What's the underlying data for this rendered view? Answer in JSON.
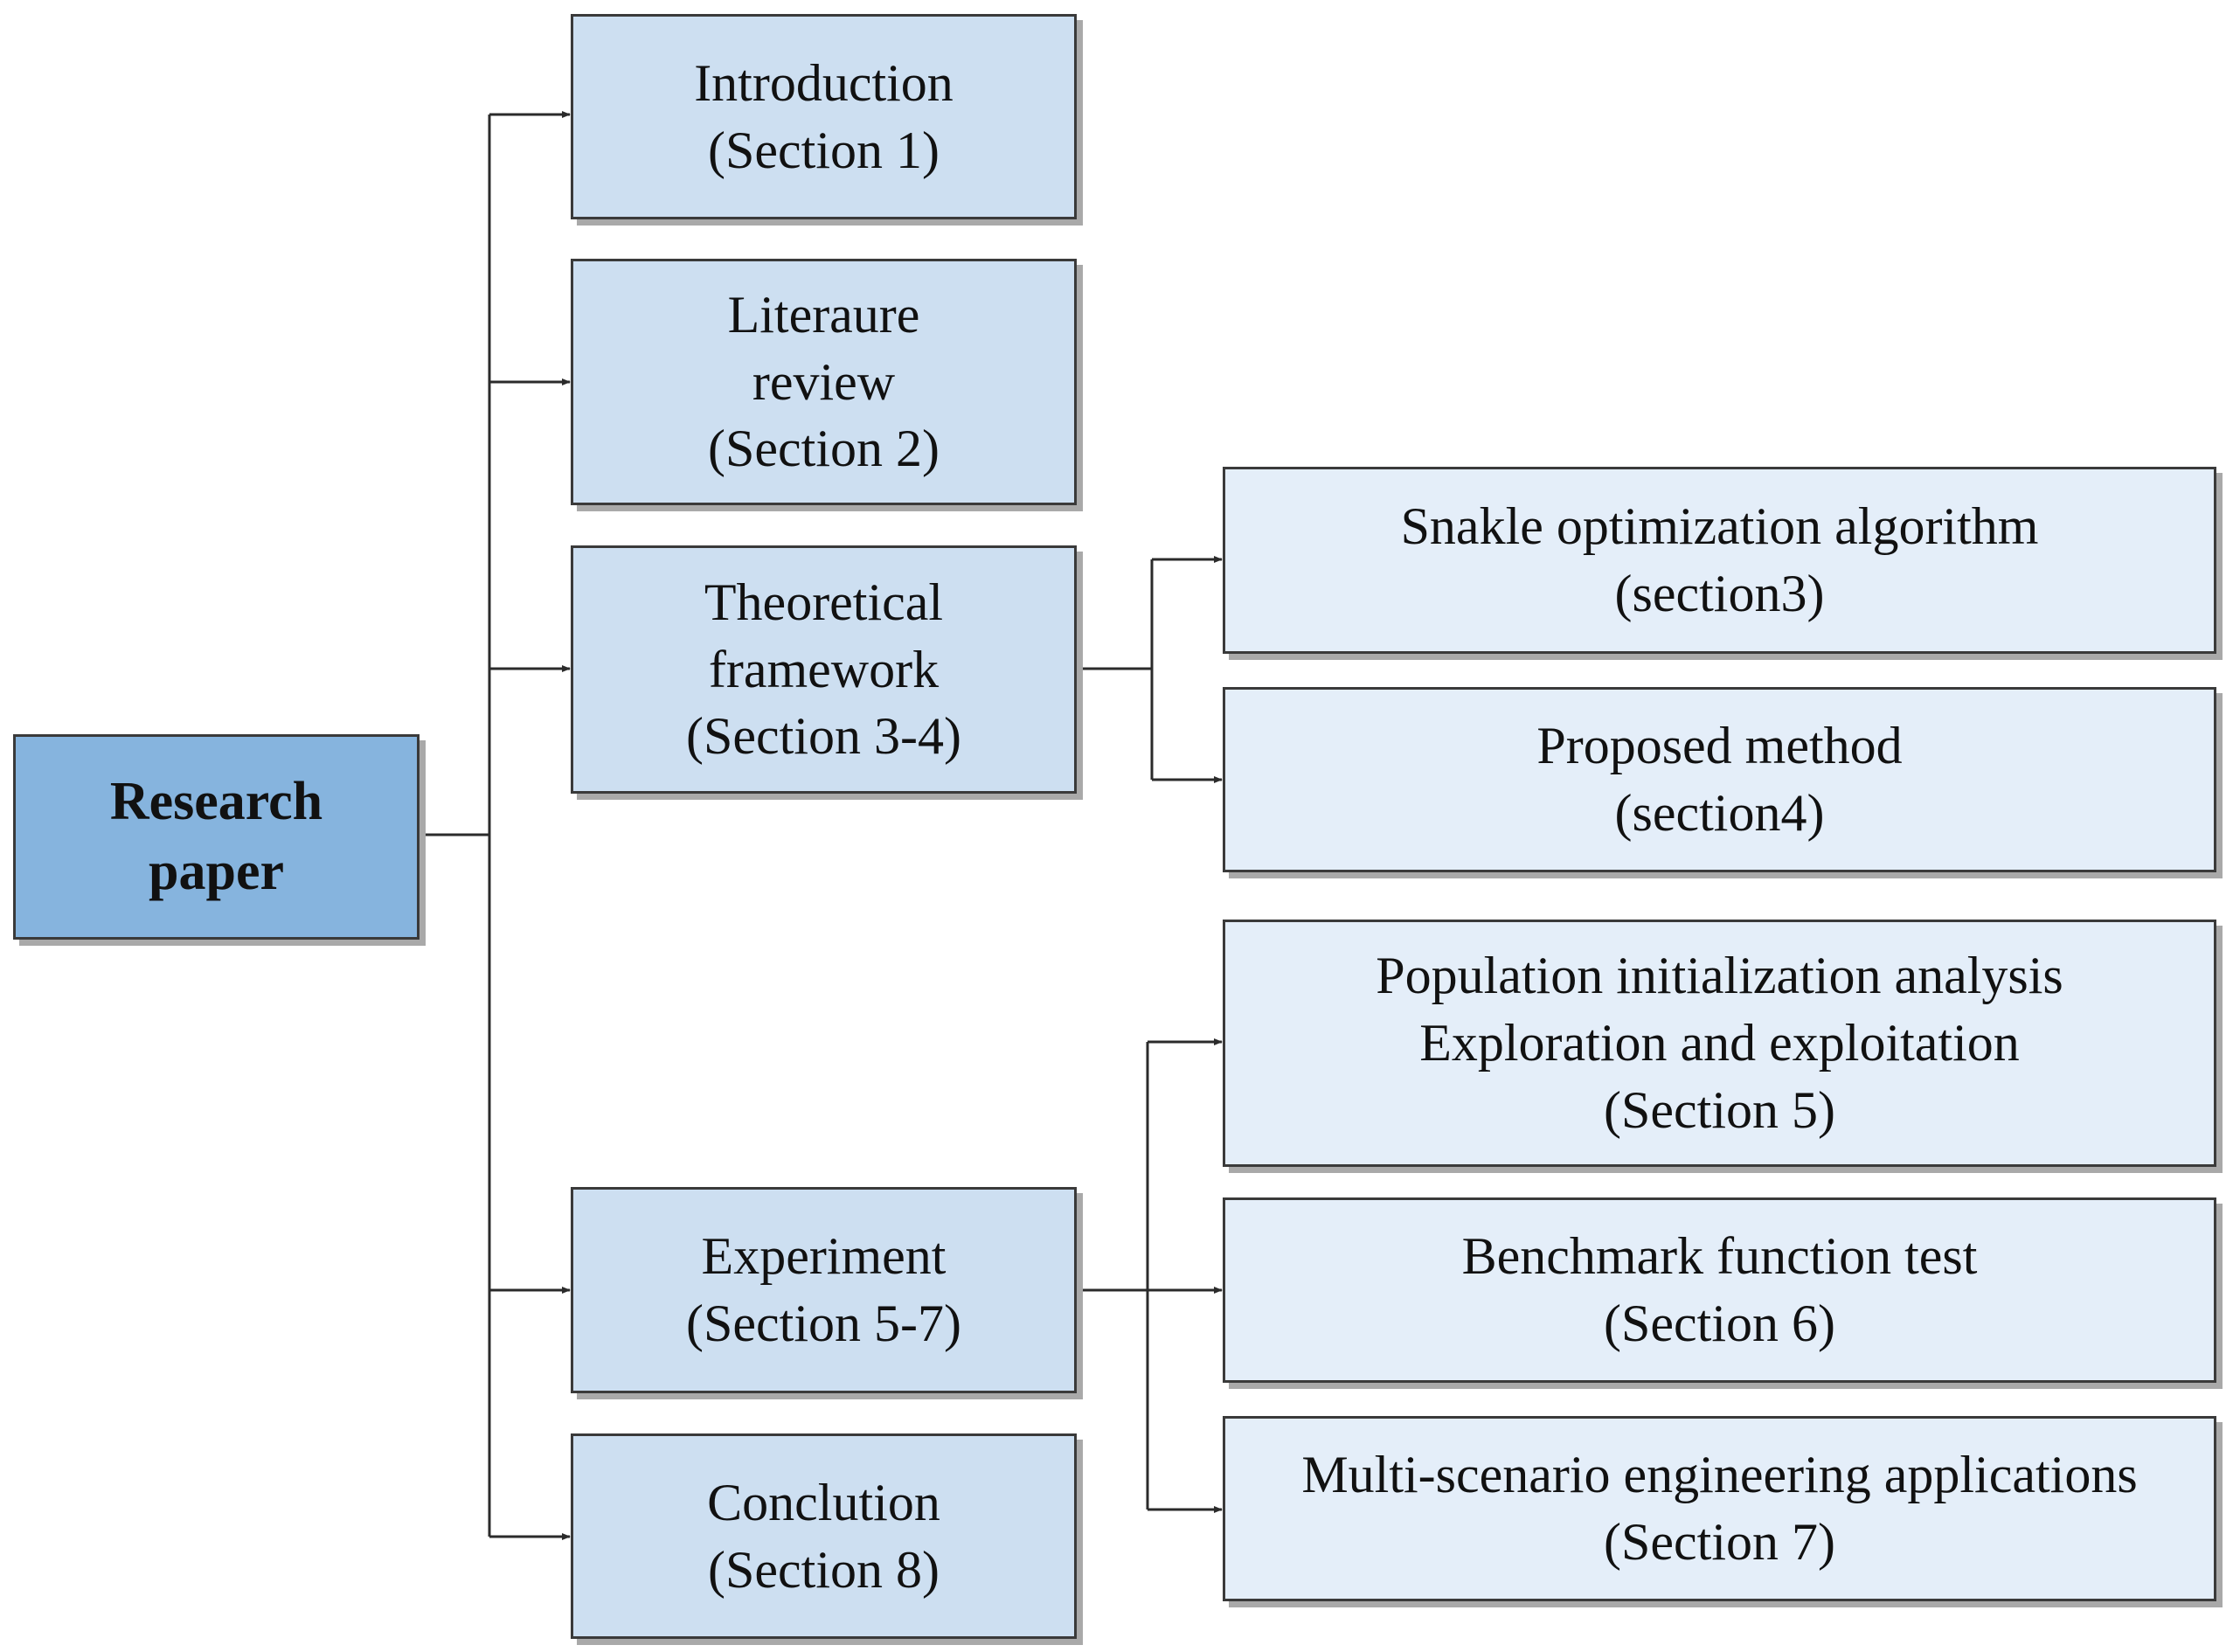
{
  "root": {
    "lines": [
      "Research",
      "paper"
    ]
  },
  "sections": [
    {
      "lines": [
        "Introduction",
        "(Section 1)"
      ]
    },
    {
      "lines": [
        "Literaure",
        "review",
        "(Section 2)"
      ]
    },
    {
      "lines": [
        "Theoretical",
        "framework",
        "(Section 3-4)"
      ]
    },
    {
      "lines": [
        "Experiment",
        "(Section 5-7)"
      ]
    },
    {
      "lines": [
        "Conclution",
        "(Section 8)"
      ]
    }
  ],
  "framework_children": [
    {
      "lines": [
        "Snakle optimization algorithm",
        "(section3)"
      ]
    },
    {
      "lines": [
        "Proposed method",
        "(section4)"
      ]
    }
  ],
  "experiment_children": [
    {
      "lines": [
        "Population initialization analysis",
        "Exploration and exploitation",
        "(Section 5)"
      ]
    },
    {
      "lines": [
        "Benchmark function test",
        "(Section 6)"
      ]
    },
    {
      "lines": [
        "Multi-scenario engineering applications",
        "(Section 7)"
      ]
    }
  ],
  "colors": {
    "root_fill": "#86b4de",
    "section_fill": "#cddff1",
    "child_fill": "#e4eef9",
    "stroke": "#3a3a3a",
    "shadow": "#a9a9a9"
  }
}
